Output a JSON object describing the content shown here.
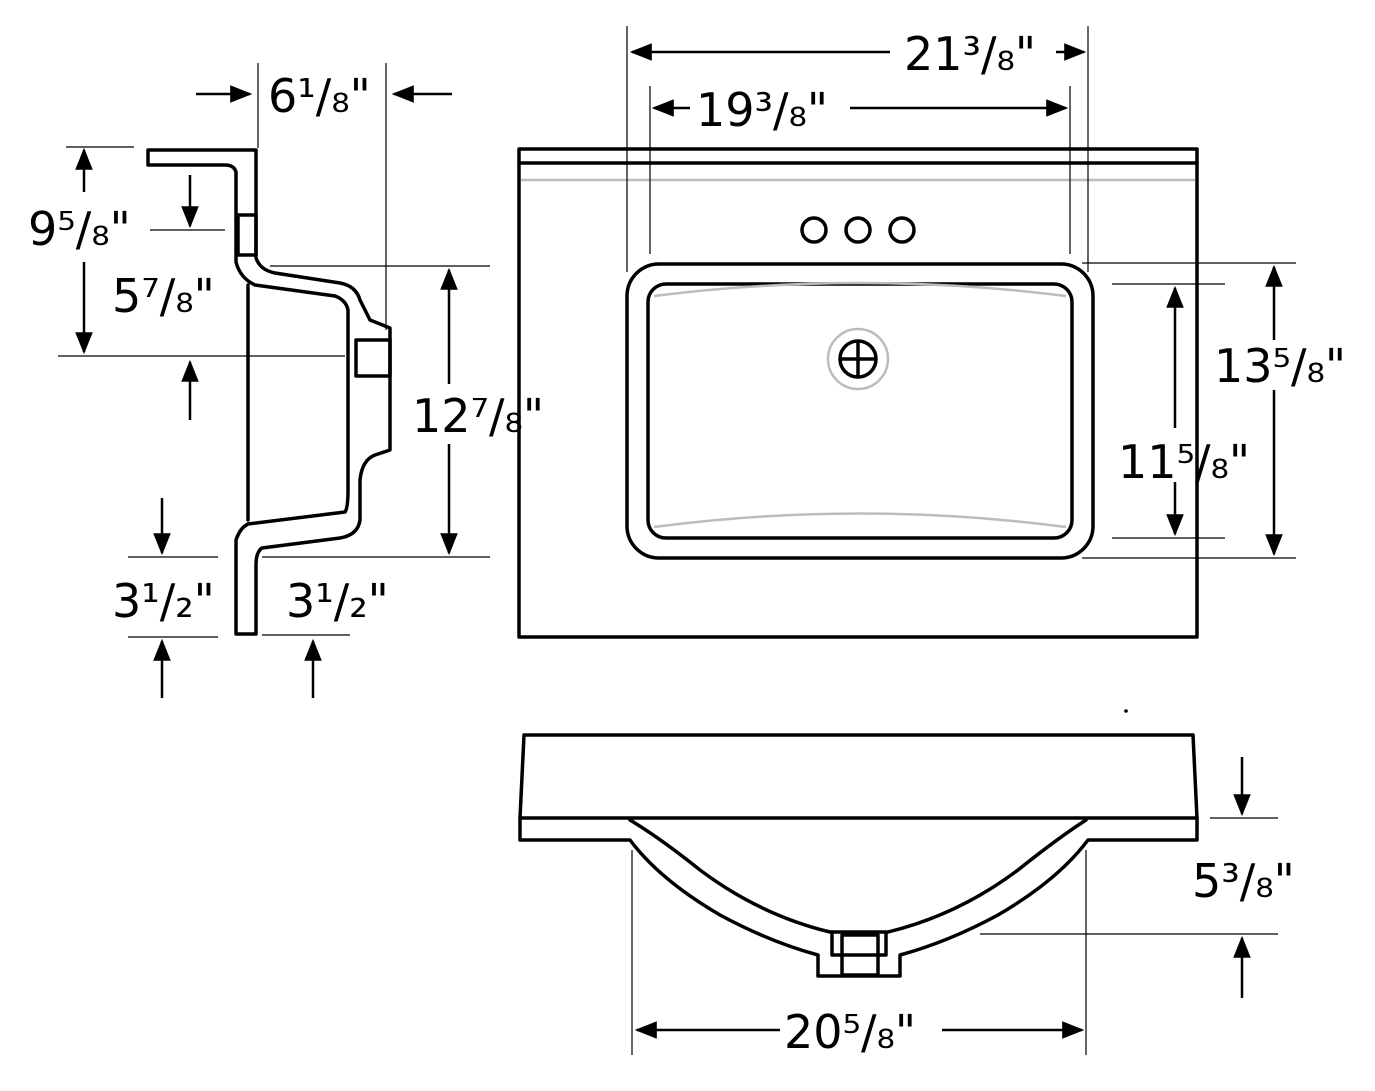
{
  "side_view": {
    "width_top": "6¹/₈\"",
    "height_overall": "9⁵/₈\"",
    "depth_upper": "5⁷/₈\"",
    "depth_bowl": "12⁷/₈\"",
    "bottom_height": "3¹/₂\"",
    "bottom_offset": "3¹/₂\""
  },
  "top_view": {
    "overall_width": "21³/₈\"",
    "bowl_width": "19³/₈\"",
    "overall_depth": "13⁵/₈\"",
    "bowl_depth": "11⁵/₈\""
  },
  "front_view": {
    "bowl_width": "20⁵/₈\"",
    "bowl_depth": "5³/₈\""
  }
}
